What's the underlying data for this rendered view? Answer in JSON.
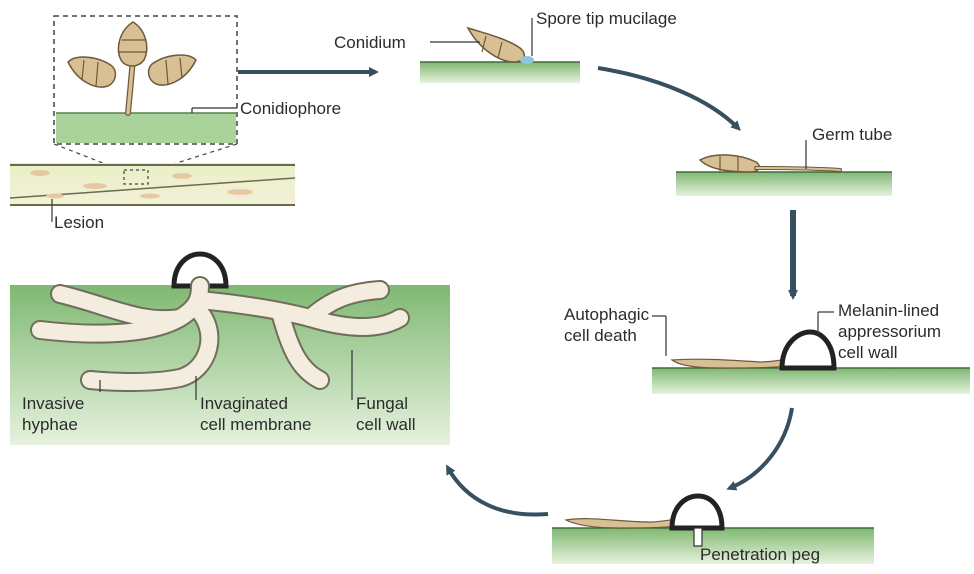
{
  "colors": {
    "surface_light": "#e6f2de",
    "surface_dark": "#7fb872",
    "fungus_fill": "#d9bf94",
    "fungus_stroke": "#6e5a3a",
    "arrow": "#36505f",
    "leader": "#333333",
    "mucilage": "#8ec6d8"
  },
  "labels": {
    "conidium": "Conidium",
    "spore_tip_mucilage": "Spore tip mucilage",
    "conidiophore": "Conidiophore",
    "lesion": "Lesion",
    "germ_tube": "Germ tube",
    "autophagic_line1": "Autophagic",
    "autophagic_line2": "cell death",
    "melanin_line1": "Melanin-lined",
    "melanin_line2": "appressorium",
    "melanin_line3": "cell wall",
    "penetration_peg": "Penetration peg",
    "invasive_line1": "Invasive",
    "invasive_line2": "hyphae",
    "invaginated_line1": "Invaginated",
    "invaginated_line2": "cell membrane",
    "fungal_line1": "Fungal",
    "fungal_line2": "cell wall"
  },
  "icons": [
    "arrow-right-icon",
    "arrow-curved-icon",
    "arrow-down-icon"
  ]
}
